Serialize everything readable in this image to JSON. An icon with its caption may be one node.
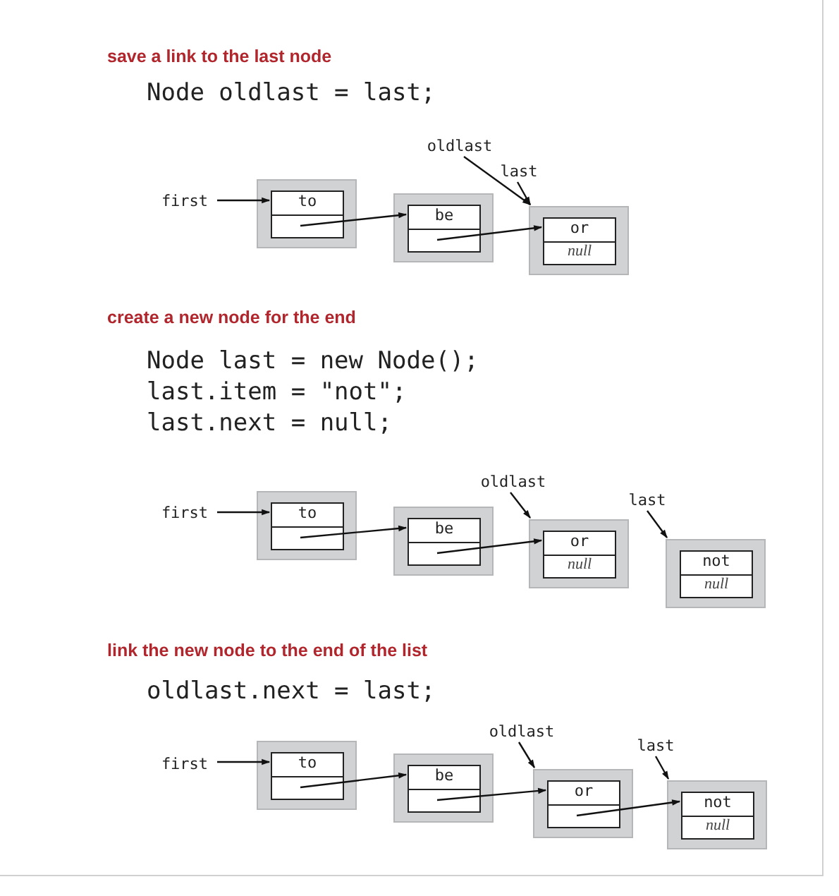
{
  "diagram": {
    "nodes": [
      {
        "text": [
          "first"
        ]
      },
      {
        "text": [
          "to"
        ]
      },
      {
        "text": [
          "be"
        ]
      },
      {
        "text": [
          "oldlast"
        ]
      },
      {
        "text": [
          "last"
        ]
      },
      {
        "text": [
          "or",
          "null"
        ]
      },
      {
        "text": [
          "first"
        ]
      },
      {
        "text": [
          "to"
        ]
      },
      {
        "text": [
          "be"
        ]
      },
      {
        "text": [
          "oldlast"
        ]
      },
      {
        "text": [
          "or",
          "null"
        ]
      },
      {
        "text": [
          "last"
        ]
      },
      {
        "text": [
          "not",
          "null"
        ]
      },
      {
        "text": [
          "first"
        ]
      },
      {
        "text": [
          "to"
        ]
      },
      {
        "text": [
          "be"
        ]
      },
      {
        "text": [
          "oldlast"
        ]
      },
      {
        "text": [
          "or"
        ]
      },
      {
        "text": [
          "last"
        ]
      },
      {
        "text": [
          "not",
          "null"
        ]
      }
    ],
    "edges": [
      {
        "from": 0,
        "to": 1,
        "arrow": "to"
      },
      {
        "from": 1,
        "to": 2,
        "arrow": "to"
      },
      {
        "from": 2,
        "to": 5,
        "arrow": "to"
      },
      {
        "from": 3,
        "to": 5,
        "arrow": "to"
      },
      {
        "from": 4,
        "to": 5,
        "arrow": "to"
      },
      {
        "from": 6,
        "to": 7,
        "arrow": "to"
      },
      {
        "from": 7,
        "to": 8,
        "arrow": "to"
      },
      {
        "from": 8,
        "to": 10,
        "arrow": "to"
      },
      {
        "from": 9,
        "to": 10,
        "arrow": "to"
      },
      {
        "from": 11,
        "to": 12,
        "arrow": "to"
      },
      {
        "from": 13,
        "to": 14,
        "arrow": "to"
      },
      {
        "from": 14,
        "to": 15,
        "arrow": "to"
      },
      {
        "from": 15,
        "to": 17,
        "arrow": "to"
      },
      {
        "from": 16,
        "to": 17,
        "arrow": "to"
      },
      {
        "from": 17,
        "to": 19,
        "arrow": "to"
      },
      {
        "from": 18,
        "to": 19,
        "arrow": "to"
      }
    ],
    "labels": [
      "save a link to the last node",
      "Node oldlast = last;",
      "create a new node for the end",
      "Node last = new Node();",
      "last.item = \"not\";",
      "last.next = null;",
      "link the new node to the end of the list",
      "oldlast.next = last;"
    ]
  }
}
